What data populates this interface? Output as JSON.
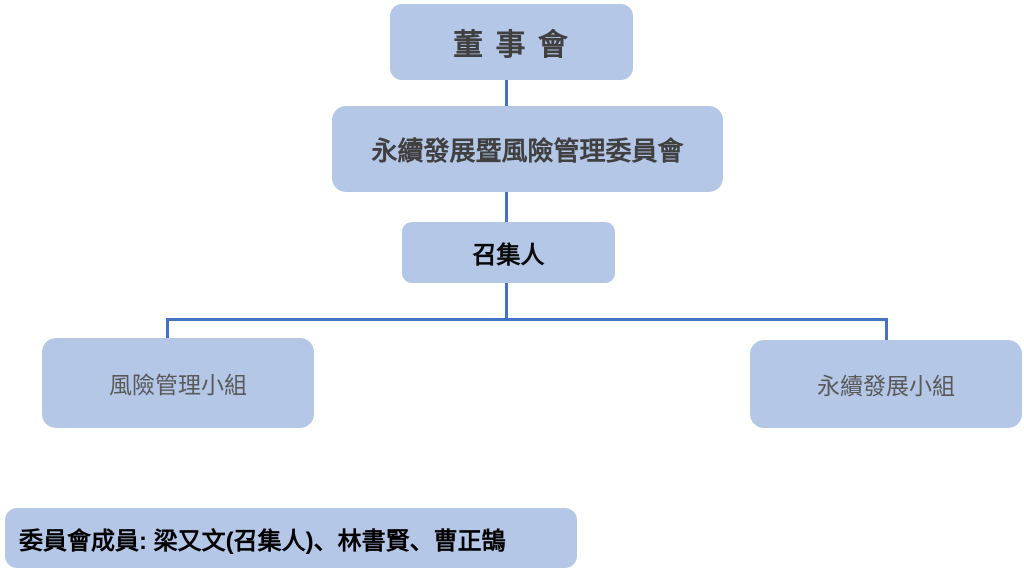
{
  "diagram": {
    "type": "org-chart",
    "nodes": {
      "board": "董 事 會",
      "committee": "永續發展暨風險管理委員會",
      "convener": "召集人",
      "risk_team": "風險管理小組",
      "sustainability_team": "永續發展小組"
    },
    "footnote": "委員會成員: 梁又文(召集人)、林書賢、曹正鵠",
    "colors": {
      "node_fill": "#b4c7e7",
      "connector": "#4472c4",
      "text_primary": "#404040",
      "text_secondary": "#595959",
      "text_footnote": "#000000"
    }
  }
}
